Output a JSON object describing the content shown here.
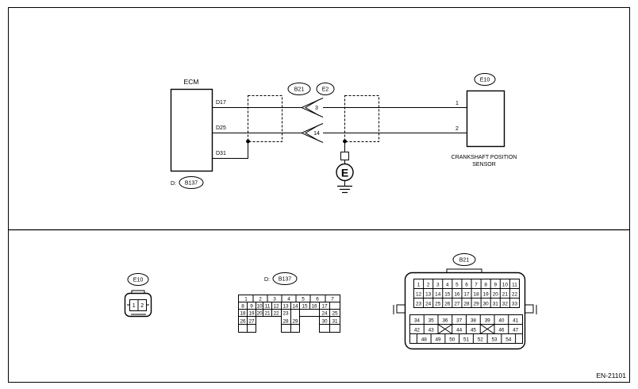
{
  "ecm": {
    "label": "ECM",
    "pins": [
      "D17",
      "D25",
      "D31"
    ],
    "connector_prefix": "D:",
    "connector": "B137"
  },
  "sensor": {
    "connector": "E10",
    "pins": [
      "1",
      "2"
    ],
    "label_line1": "CRANKSHAFT POSITION",
    "label_line2": "SENSOR"
  },
  "joint": {
    "connector_a": "B21",
    "connector_b": "E2",
    "pins": [
      "3",
      "14"
    ]
  },
  "ground": {
    "symbol": "E"
  },
  "bottom": {
    "e10": {
      "label": "E10",
      "pins": [
        "1",
        "2"
      ]
    },
    "b137": {
      "prefix": "D:",
      "label": "B137"
    },
    "b21": {
      "label": "B21"
    }
  },
  "code": "EN-21101"
}
